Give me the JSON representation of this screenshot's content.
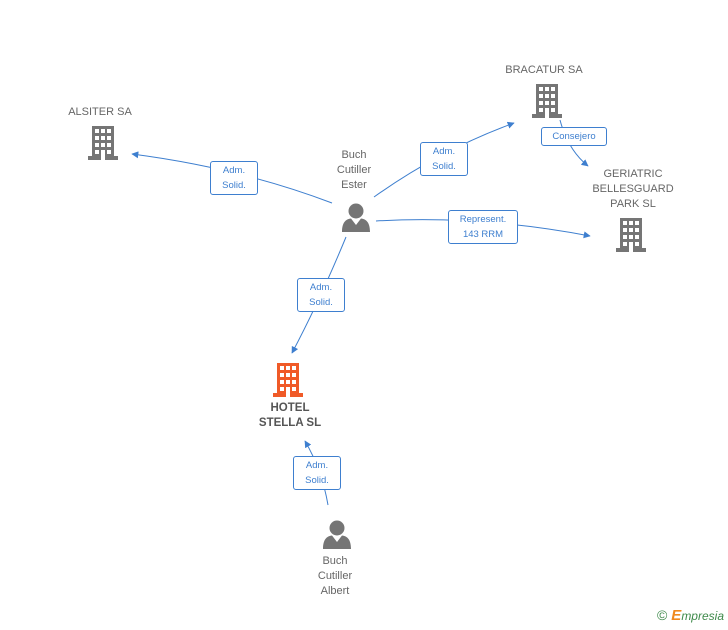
{
  "colors": {
    "edge": "#3e7fcf",
    "company": "#757575",
    "main_company": "#f05a28",
    "person": "#757575"
  },
  "nodes": {
    "alsiter": {
      "label": "ALSITER SA",
      "type": "company"
    },
    "bracatur": {
      "label": "BRACATUR SA",
      "type": "company"
    },
    "geriatric": {
      "label": "GERIATRIC\nBELLESGUARD\nPARK SL",
      "type": "company"
    },
    "hotel": {
      "label": "HOTEL\nSTELLA SL",
      "type": "main-company"
    },
    "ester": {
      "label": "Buch\nCutiller\nEster",
      "type": "person"
    },
    "albert": {
      "label": "Buch\nCutiller\nAlbert",
      "type": "person"
    }
  },
  "edges": {
    "ester_alsiter": "Adm.\nSolid.",
    "ester_bracatur": "Adm.\nSolid.",
    "bracatur_geriatric": "Consejero",
    "ester_geriatric": "Represent.\n143 RRM",
    "ester_hotel": "Adm.\nSolid.",
    "albert_hotel": "Adm.\nSolid."
  },
  "footer": {
    "copyright": "©",
    "brand_e": "E",
    "brand_rest": "mpresia"
  }
}
